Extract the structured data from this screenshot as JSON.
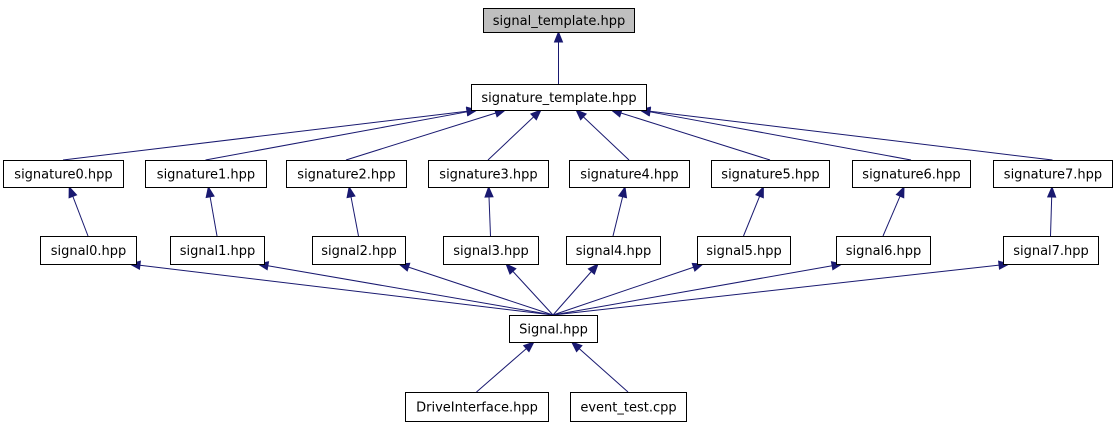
{
  "diagram": {
    "nodes": [
      {
        "id": "signal_template",
        "label": "signal_template.hpp",
        "root": true
      },
      {
        "id": "signature_template",
        "label": "signature_template.hpp"
      },
      {
        "id": "signature0",
        "label": "signature0.hpp"
      },
      {
        "id": "signature1",
        "label": "signature1.hpp"
      },
      {
        "id": "signature2",
        "label": "signature2.hpp"
      },
      {
        "id": "signature3",
        "label": "signature3.hpp"
      },
      {
        "id": "signature4",
        "label": "signature4.hpp"
      },
      {
        "id": "signature5",
        "label": "signature5.hpp"
      },
      {
        "id": "signature6",
        "label": "signature6.hpp"
      },
      {
        "id": "signature7",
        "label": "signature7.hpp"
      },
      {
        "id": "signal0",
        "label": "signal0.hpp"
      },
      {
        "id": "signal1",
        "label": "signal1.hpp"
      },
      {
        "id": "signal2",
        "label": "signal2.hpp"
      },
      {
        "id": "signal3",
        "label": "signal3.hpp"
      },
      {
        "id": "signal4",
        "label": "signal4.hpp"
      },
      {
        "id": "signal5",
        "label": "signal5.hpp"
      },
      {
        "id": "signal6",
        "label": "signal6.hpp"
      },
      {
        "id": "signal7",
        "label": "signal7.hpp"
      },
      {
        "id": "signal_hpp",
        "label": "Signal.hpp"
      },
      {
        "id": "drive_interface",
        "label": "DriveInterface.hpp"
      },
      {
        "id": "event_test",
        "label": "event_test.cpp"
      }
    ],
    "edges": [
      {
        "from": "signature_template",
        "to": "signal_template"
      },
      {
        "from": "signature0",
        "to": "signature_template"
      },
      {
        "from": "signature1",
        "to": "signature_template"
      },
      {
        "from": "signature2",
        "to": "signature_template"
      },
      {
        "from": "signature3",
        "to": "signature_template"
      },
      {
        "from": "signature4",
        "to": "signature_template"
      },
      {
        "from": "signature5",
        "to": "signature_template"
      },
      {
        "from": "signature6",
        "to": "signature_template"
      },
      {
        "from": "signature7",
        "to": "signature_template"
      },
      {
        "from": "signal0",
        "to": "signature0"
      },
      {
        "from": "signal1",
        "to": "signature1"
      },
      {
        "from": "signal2",
        "to": "signature2"
      },
      {
        "from": "signal3",
        "to": "signature3"
      },
      {
        "from": "signal4",
        "to": "signature4"
      },
      {
        "from": "signal5",
        "to": "signature5"
      },
      {
        "from": "signal6",
        "to": "signature6"
      },
      {
        "from": "signal7",
        "to": "signature7"
      },
      {
        "from": "signal_hpp",
        "to": "signal0"
      },
      {
        "from": "signal_hpp",
        "to": "signal1"
      },
      {
        "from": "signal_hpp",
        "to": "signal2"
      },
      {
        "from": "signal_hpp",
        "to": "signal3"
      },
      {
        "from": "signal_hpp",
        "to": "signal4"
      },
      {
        "from": "signal_hpp",
        "to": "signal5"
      },
      {
        "from": "signal_hpp",
        "to": "signal6"
      },
      {
        "from": "signal_hpp",
        "to": "signal7"
      },
      {
        "from": "drive_interface",
        "to": "signal_hpp"
      },
      {
        "from": "event_test",
        "to": "signal_hpp"
      }
    ]
  }
}
